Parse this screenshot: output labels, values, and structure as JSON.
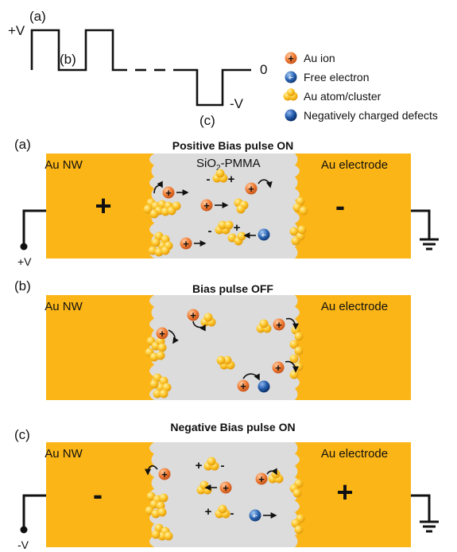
{
  "waveform": {
    "plus_v": "+V",
    "zero": "0",
    "minus_v": "-V",
    "label_a": "(a)",
    "label_b": "(b)",
    "label_c": "(c)"
  },
  "legend": {
    "au_ion": "Au ion",
    "free_electron": "Free electron",
    "au_atom": "Au atom/cluster",
    "defects": "Negatively charged defects",
    "ion_symbol": "+",
    "electron_symbol": "e-"
  },
  "panels": [
    {
      "id": "(a)",
      "title": "Positive Bias pulse ON",
      "left_label": "Au NW",
      "right_label": "Au electrode",
      "medium_label_main": "SiO",
      "medium_label_sub": "2",
      "medium_label_rest": "-PMMA",
      "left_sign": "+",
      "right_sign": "-",
      "voltage": "+V"
    },
    {
      "id": "(b)",
      "title": "Bias pulse OFF",
      "left_label": "Au NW",
      "right_label": "Au electrode"
    },
    {
      "id": "(c)",
      "title": "Negative Bias pulse ON",
      "left_label": "Au NW",
      "right_label": "Au electrode",
      "left_sign": "-",
      "right_sign": "+",
      "voltage": "-V"
    }
  ],
  "colors": {
    "gold": "#FBB516",
    "gold_light": "#FDD052",
    "gap": "#DCDCDC",
    "ion": "#F07C34",
    "electron": "#2C67B5"
  }
}
